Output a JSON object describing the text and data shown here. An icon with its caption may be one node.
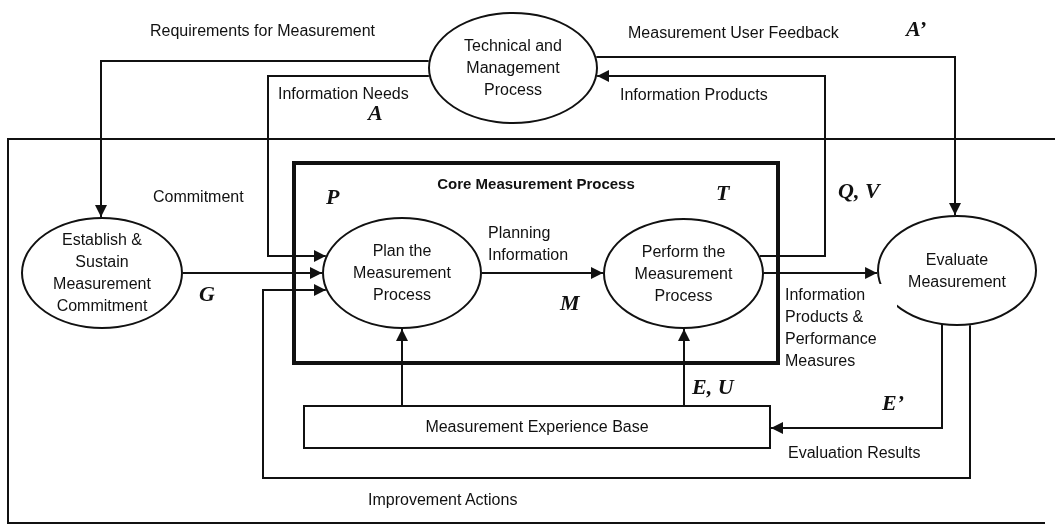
{
  "diagram": {
    "nodes": [
      {
        "text": [
          "Technical and Management Process"
        ]
      },
      {
        "text": [
          "Establish & Sustain Measurement Commitment"
        ]
      },
      {
        "text": [
          "Core Measurement Process"
        ]
      },
      {
        "text": [
          "Plan the Measurement Process"
        ],
        "in": 2
      },
      {
        "text": [
          "Perform the Measurement Process"
        ],
        "in": 2
      },
      {
        "text": [
          "Evaluate Measurement"
        ]
      },
      {
        "text": [
          "Measurement Experience Base"
        ]
      }
    ],
    "edges": [
      {
        "from": 0,
        "to": 1,
        "arrow": "to",
        "label": "Requirements for Measurement"
      },
      {
        "from": 0,
        "to": 3,
        "arrow": "to",
        "label": "Information Needs"
      },
      {
        "from": 1,
        "to": 3,
        "arrow": "to"
      },
      {
        "from": 5,
        "to": 3,
        "arrow": "to",
        "label": "Improvement Actions"
      },
      {
        "from": 3,
        "to": 4,
        "arrow": "to",
        "label": "Planning Information"
      },
      {
        "from": 4,
        "to": 0,
        "arrow": "to",
        "label": "Information Products"
      },
      {
        "from": 4,
        "to": 5,
        "arrow": "to",
        "label": "Information Products & Performance Measures"
      },
      {
        "from": 0,
        "to": 5,
        "arrow": "to",
        "label": "Measurement User Feedback"
      },
      {
        "from": 5,
        "to": 6,
        "arrow": "to",
        "label": "Evaluation Results"
      },
      {
        "from": 6,
        "to": 3,
        "arrow": "to"
      },
      {
        "from": 6,
        "to": 4,
        "arrow": "to"
      }
    ],
    "labels": [
      "A’",
      "A",
      "Commitment",
      "P",
      "T",
      "Q, V",
      "G",
      "M",
      "E, U",
      "E’"
    ]
  }
}
